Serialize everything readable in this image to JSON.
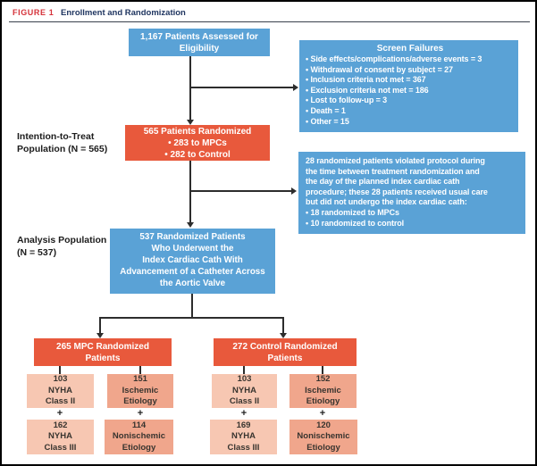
{
  "header": {
    "figure_label": "FIGURE 1",
    "title": "Enrollment and Randomization"
  },
  "colors": {
    "blue": "#5AA2D6",
    "red": "#E8593C",
    "salmon_light": "#F7C7B2",
    "salmon_mid": "#F0A68C"
  },
  "labels": {
    "itt": "Intention-to-Treat\nPopulation (N = 565)",
    "analysis": "Analysis Population\n(N = 537)",
    "plus": "+"
  },
  "boxes": {
    "assessed": "1,167 Patients Assessed for\nEligibility",
    "screen_failures": {
      "title": "Screen Failures",
      "items": [
        "• Side effects/complications/adverse events = 3",
        "• Withdrawal of consent by subject = 27",
        "• Inclusion criteria not met = 367",
        "• Exclusion criteria not met = 186",
        "• Lost to follow-up = 3",
        "• Death = 1",
        "• Other = 15"
      ]
    },
    "randomized_565": "565 Patients Randomized\n• 283 to MPCs\n• 282 to Control",
    "protocol_violation": {
      "lines": [
        "28 randomized patients violated protocol during",
        "the time between treatment randomization and",
        "the day of the planned index cardiac cath",
        "procedure; these 28 patients received usual care",
        "but did not undergo the index cardiac cath:",
        "• 18 randomized to MPCs",
        "• 10 randomized to control"
      ]
    },
    "randomized_537": "537 Randomized Patients\nWho Underwent the\nIndex Cardiac Cath With\nAdvancement of a Catheter Across\nthe Aortic Valve",
    "mpc_randomized": "265 MPC Randomized\nPatients",
    "control_randomized": "272 Control Randomized\nPatients",
    "mpc_nyha2": "103\nNYHA\nClass II",
    "mpc_ischemic": "151\nIschemic\nEtiology",
    "mpc_nyha3": "162\nNYHA\nClass III",
    "mpc_nonischemic": "114\nNonischemic\nEtiology",
    "control_nyha2": "103\nNYHA\nClass II",
    "control_ischemic": "152\nIschemic\nEtiology",
    "control_nyha3": "169\nNYHA\nClass III",
    "control_nonischemic": "120\nNonischemic\nEtiology"
  }
}
